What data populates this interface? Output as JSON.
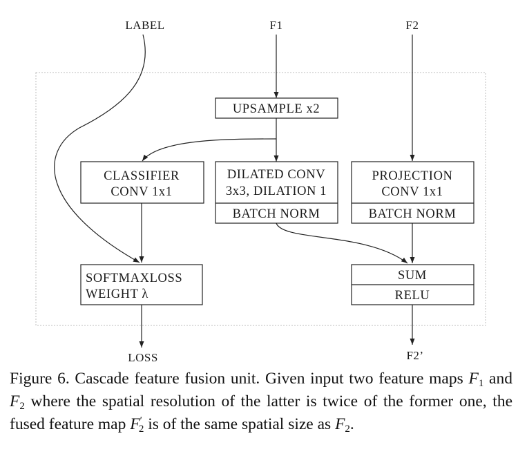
{
  "inputs": {
    "label": "LABEL",
    "f1": "F1",
    "f2": "F2"
  },
  "outputs": {
    "loss": "LOSS",
    "f2_prime": "F2’"
  },
  "boxes": {
    "upsample": "UPSAMPLE x2",
    "classifier": [
      "CLASSIFIER",
      "CONV 1x1"
    ],
    "dilated": [
      "DILATED CONV",
      "3x3, DILATION 1"
    ],
    "dilated_norm": "BATCH NORM",
    "projection": [
      "PROJECTION",
      "CONV 1x1"
    ],
    "projection_norm": "BATCH NORM",
    "softmax": [
      "SOFTMAXLOSS",
      "WEIGHT λ"
    ],
    "sum": "SUM",
    "relu": "RELU"
  },
  "caption": {
    "prefix": "Figure 6. Cascade feature fusion unit.  Given input two feature maps ",
    "f1_symbol": "F",
    "f1_sub": "1",
    "and_text": " and ",
    "f2_symbol": "F",
    "f2_sub": "2",
    "middle": " where the spatial resolution of the latter is twice of the former one, the fused feature map ",
    "fp_symbol": "F",
    "fp_sub": "2",
    "fp_sup": "′",
    "middle2": " is of the same spatial size as ",
    "end_symbol": "F",
    "end_sub": "2",
    "suffix": "."
  }
}
